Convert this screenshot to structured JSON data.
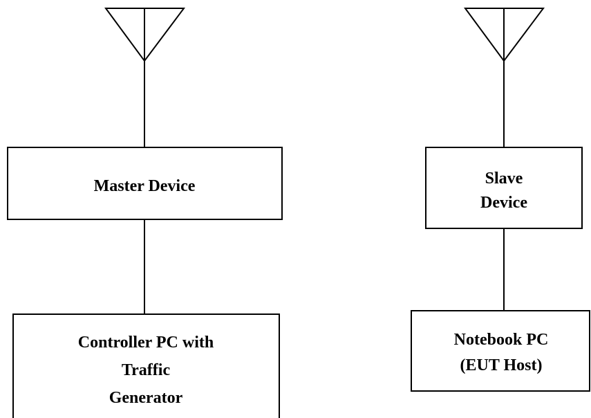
{
  "left_column": {
    "master_device": {
      "label": "Master Device"
    },
    "controller_pc": {
      "lines": [
        "Controller PC with",
        "Traffic",
        "Generator"
      ]
    }
  },
  "right_column": {
    "slave_device": {
      "lines": [
        "Slave",
        "Device"
      ]
    },
    "notebook_pc": {
      "lines": [
        "Notebook PC",
        "(EUT Host)"
      ]
    }
  },
  "icons": [
    "antenna-icon",
    "antenna-icon"
  ]
}
